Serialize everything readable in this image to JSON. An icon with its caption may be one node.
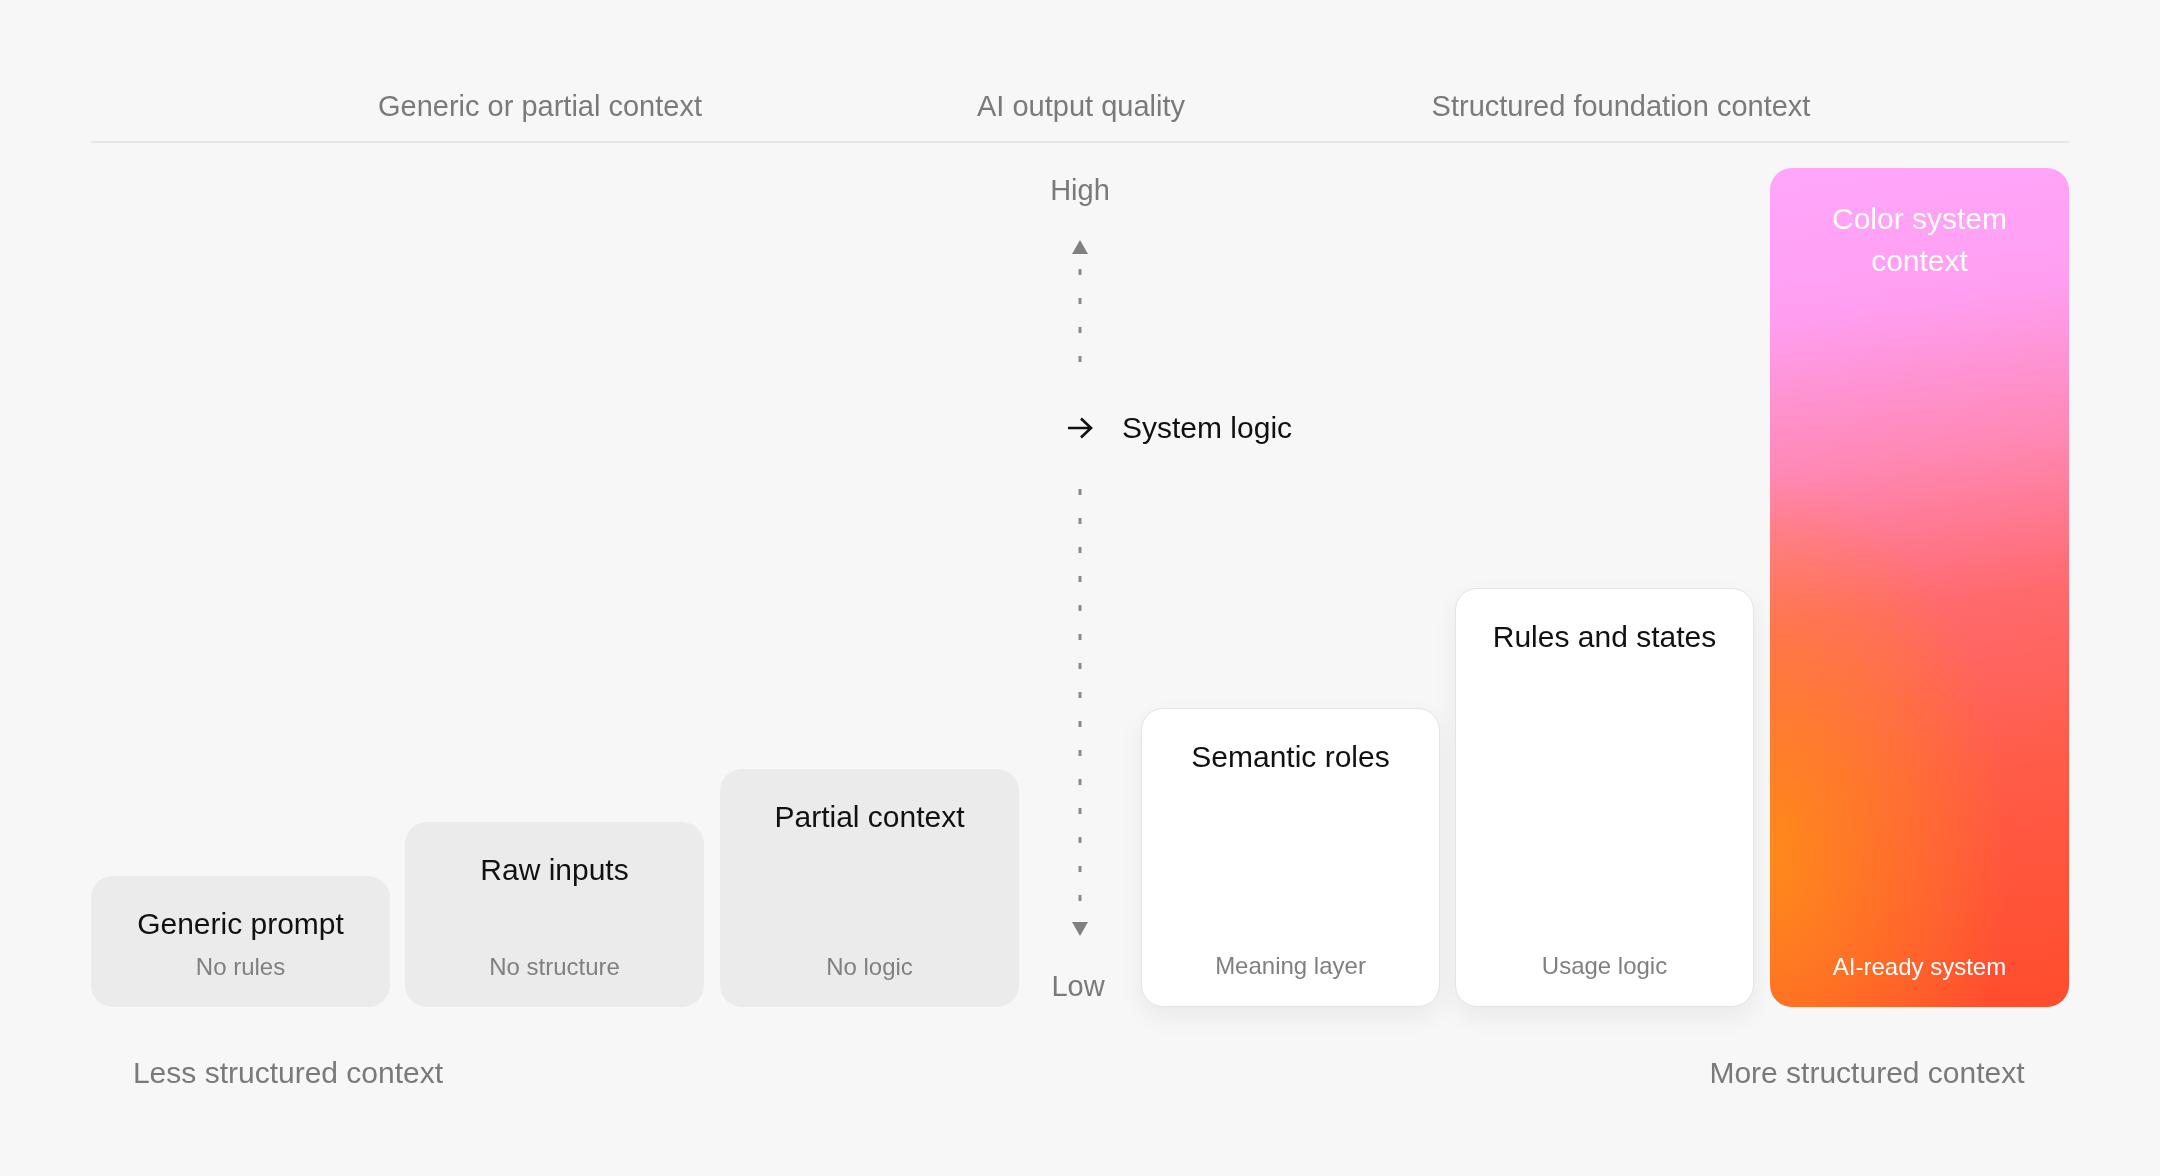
{
  "diagram": {
    "nodes": [
      {
        "text": [
          "Generic prompt",
          "No rules"
        ]
      },
      {
        "text": [
          "Raw inputs",
          "No structure"
        ]
      },
      {
        "text": [
          "Partial context",
          "No logic"
        ]
      },
      {
        "text": [
          "Semantic roles",
          "Meaning layer"
        ]
      },
      {
        "text": [
          "Rules and states",
          "Usage logic"
        ]
      },
      {
        "text": [
          "Color system context",
          "AI-ready system"
        ]
      }
    ],
    "labels": [
      "Generic or partial context",
      "AI output quality",
      "Structured foundation context",
      "High",
      "System logic",
      "Low",
      "Less structured context",
      "More structured context"
    ]
  }
}
